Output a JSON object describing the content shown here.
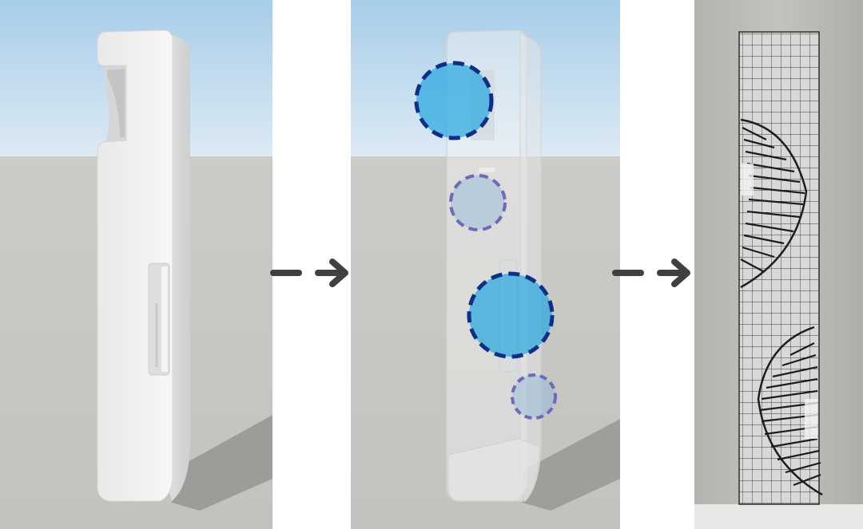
{
  "panels": [
    {
      "id": "panel-1",
      "content": "solid-tower-render"
    },
    {
      "id": "panel-2",
      "content": "transparent-tower-with-circle-markers"
    },
    {
      "id": "panel-3",
      "content": "wire-grid-tower-model-photo"
    }
  ],
  "arrows": [
    {
      "id": "arrow-1",
      "style": "dashed"
    },
    {
      "id": "arrow-2",
      "style": "dashed"
    }
  ],
  "colors": {
    "sky_top": "#a9cde8",
    "sky_bottom": "#d5e7f3",
    "ground": "#c8c8c4",
    "tower": "#f2f2f2",
    "circle_strong_fill": "#29a8e0",
    "circle_strong_stroke": "#0e2f85",
    "circle_light_fill": "#8fb7d9",
    "circle_light_stroke": "#6f69b8",
    "arrow": "#404040",
    "photo_bg": "#b9b9b6"
  }
}
